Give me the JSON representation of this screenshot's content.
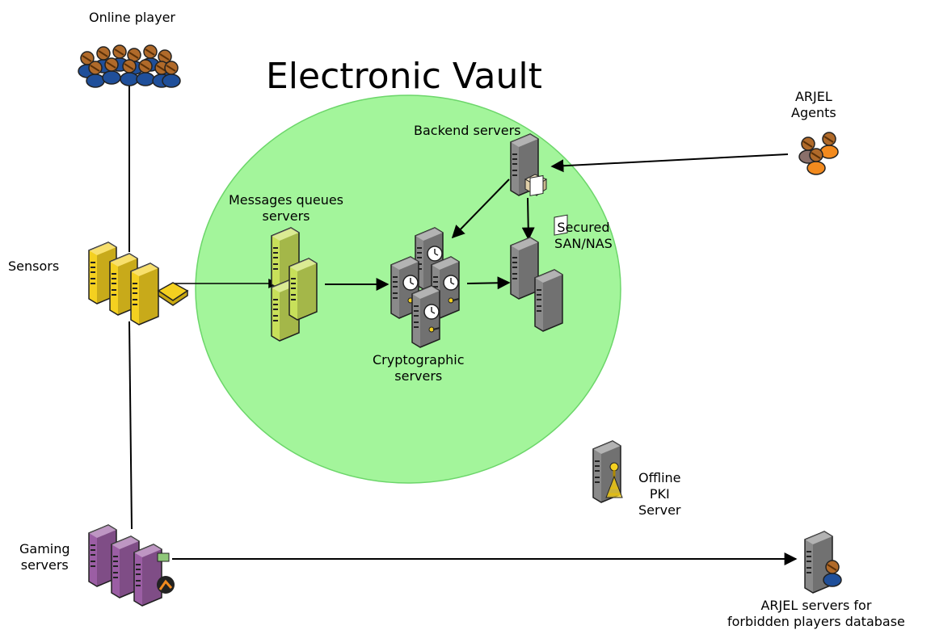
{
  "title": "Electronic Vault",
  "labels": {
    "online_player": "Online player",
    "sensors": "Sensors",
    "gaming_servers_1": "Gaming",
    "gaming_servers_2": "servers",
    "messages_queues_1": "Messages queues",
    "messages_queues_2": "servers",
    "backend_servers": "Backend servers",
    "secured_1": "Secured",
    "secured_2": "SAN/NAS",
    "crypto_1": "Cryptographic",
    "crypto_2": "servers",
    "arjel_agents_1": "ARJEL",
    "arjel_agents_2": "Agents",
    "offline_pki_1": "Offline",
    "offline_pki_2": "PKI",
    "offline_pki_3": "Server",
    "arjel_servers_1": "ARJEL servers for",
    "arjel_servers_2": "forbidden players database"
  },
  "colors": {
    "vault_fill": "#a3f59b",
    "vault_stroke": "#6cd66a",
    "sensor": "#f4d020",
    "queue": "#c8e05a",
    "gaming": "#9b5ea4",
    "gray_server": "#8a8a8a",
    "person_skin": "#b06a2a",
    "person_blue": "#1f4f9a",
    "person_orange": "#f28a1e"
  }
}
